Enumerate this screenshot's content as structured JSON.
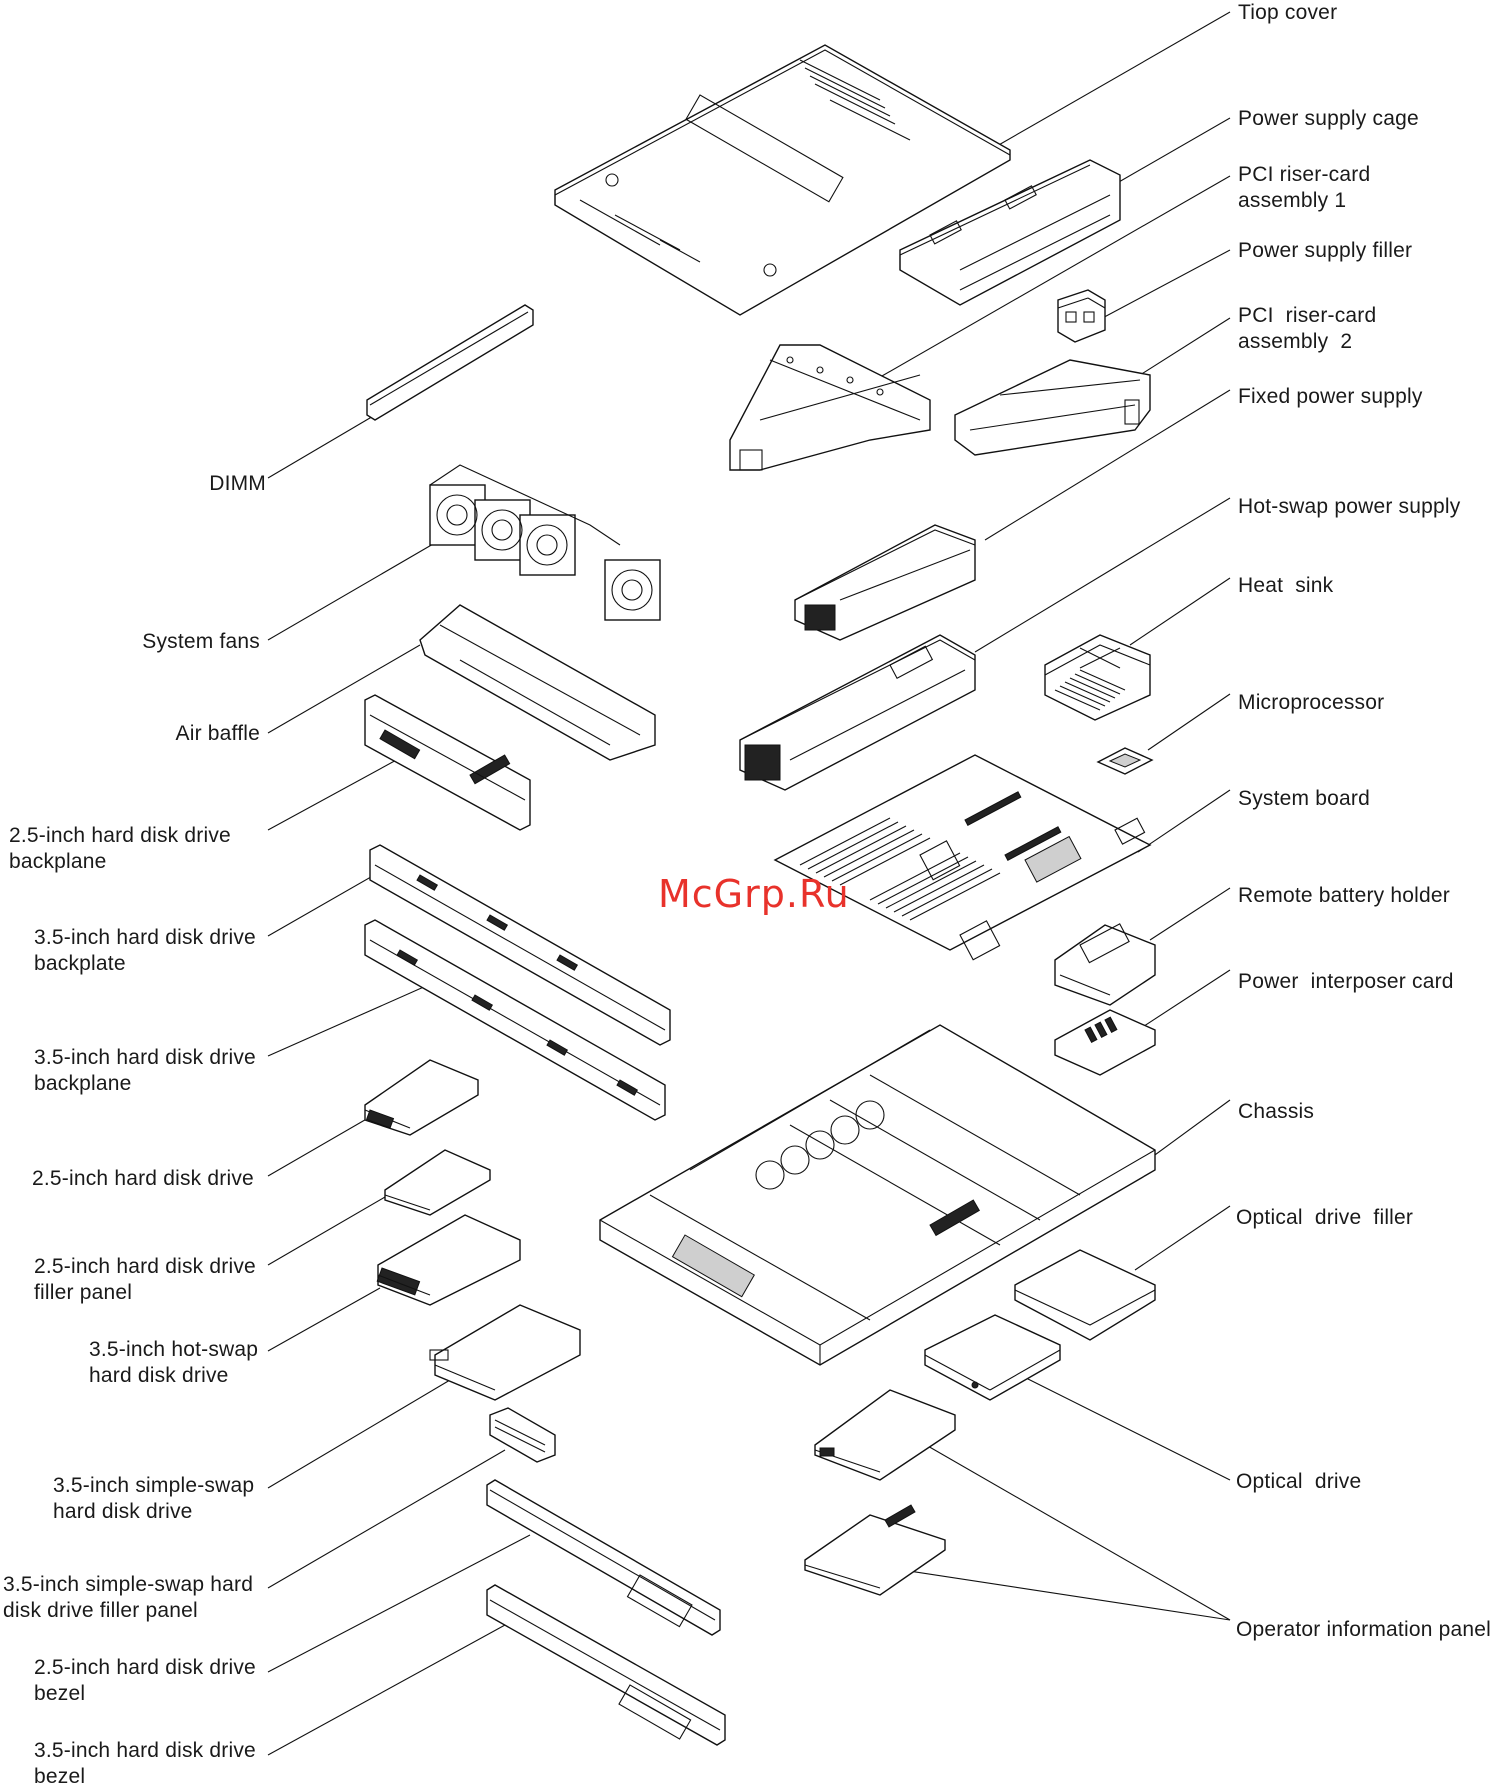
{
  "watermark": "McGrp.Ru",
  "labels": {
    "top_cover": "Tiop cover",
    "power_supply_cage": "Power supply cage",
    "pci_riser_1": "PCI riser-card\nassembly 1",
    "power_supply_filler": "Power supply filler",
    "pci_riser_2": "PCI  riser-card\nassembly  2",
    "fixed_power_supply": "Fixed power supply",
    "hot_swap_power_supply": "Hot-swap power supply",
    "heat_sink": "Heat  sink",
    "microprocessor": "Microprocessor",
    "system_board": "System board",
    "remote_battery_holder": "Remote battery holder",
    "power_interposer_card": "Power  interposer card",
    "chassis": "Chassis",
    "optical_drive_filler": "Optical  drive  filler",
    "optical_drive": "Optical  drive",
    "operator_information_panel": "Operator information panel",
    "dimm": "DIMM",
    "system_fans": "System fans",
    "air_baffle": "Air baffle",
    "backplane_25": "2.5-inch hard disk drive\nbackplane",
    "backplane_35_a": "3.5-inch hard disk drive\nbackplate",
    "backplane_35_b": "3.5-inch hard disk drive\nbackplane",
    "hdd_25": "2.5-inch hard disk drive",
    "hdd_25_filler": "2.5-inch hard disk drive\nfiller panel",
    "hdd_35_hotswap": "3.5-inch hot-swap\nhard disk drive",
    "hdd_35_simpleswap": "3.5-inch simple-swap\nhard disk drive",
    "hdd_35_simpleswap_filler": "3.5-inch simple-swap hard\ndisk drive filler panel",
    "bezel_25": "2.5-inch hard disk drive\nbezel",
    "bezel_35": "3.5-inch hard disk drive\nbezel"
  }
}
